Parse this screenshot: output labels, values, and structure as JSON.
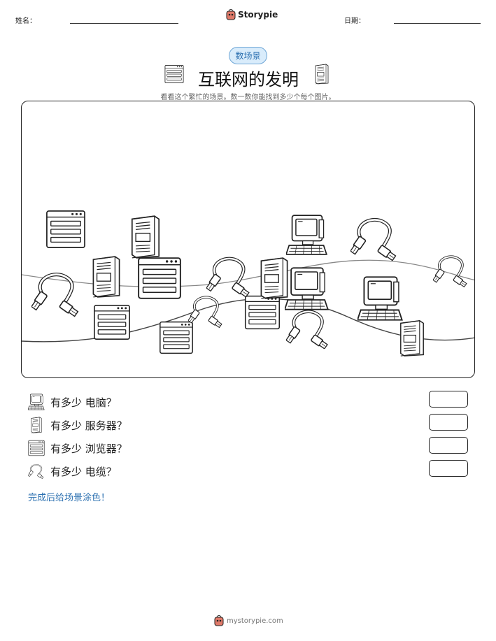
{
  "header": {
    "name_label": "姓名：",
    "date_label": "日期：",
    "logo_text": "Storypie"
  },
  "badge": "数场景",
  "title": "互联网的发明",
  "subtitle": "看看这个繁忙的场景。数一数你能找到多少个每个图片。",
  "questions": [
    {
      "icon": "computer-icon",
      "text": "有多少 电脑？"
    },
    {
      "icon": "server-icon",
      "text": "有多少 服务器？"
    },
    {
      "icon": "browser-icon",
      "text": "有多少 浏览器？"
    },
    {
      "icon": "cable-icon",
      "text": "有多少 电缆？"
    }
  ],
  "color_note": "完成后给场景涂色！",
  "footer": "mystorypie.com",
  "colors": {
    "accent": "#2a6fb0",
    "badge_bg": "#d9ecfb"
  }
}
